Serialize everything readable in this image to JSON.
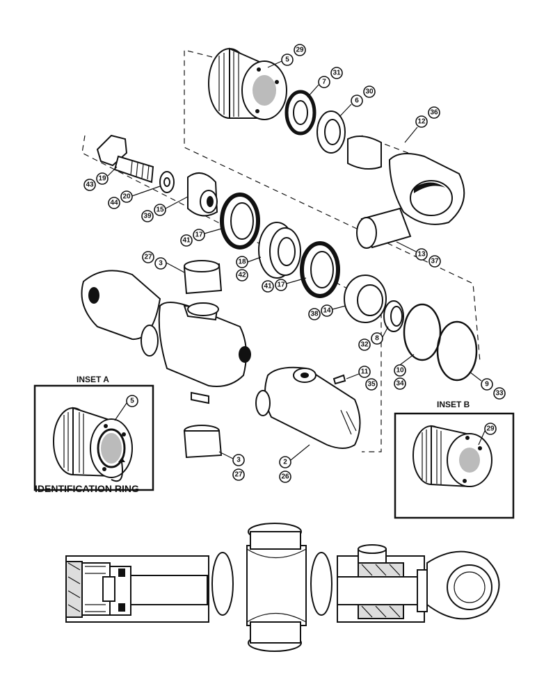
{
  "insets": {
    "a": {
      "title": "INSET A",
      "callout": "5",
      "caption": "IDENTIFICATION RING"
    },
    "b": {
      "title": "INSET B",
      "callout": "29"
    }
  },
  "callouts": {
    "c5": "5",
    "c29": "29",
    "c7": "7",
    "c31": "31",
    "c6": "6",
    "c30": "30",
    "c36": "36",
    "c12": "12",
    "c43": "43",
    "c19": "19",
    "c44": "44",
    "c20": "20",
    "c39": "39",
    "c15": "15",
    "c41a": "41",
    "c17a": "17",
    "c13": "13",
    "c37": "37",
    "c27a": "27",
    "c3a": "3",
    "c18": "18",
    "c42": "42",
    "c41b": "41",
    "c17b": "17",
    "c38": "38",
    "c14": "14",
    "c32": "32",
    "c8": "8",
    "c10": "10",
    "c34": "34",
    "c9": "9",
    "c33": "33",
    "c11": "11",
    "c35": "35",
    "c3b": "3",
    "c27b": "27",
    "c2": "2",
    "c26": "26"
  }
}
